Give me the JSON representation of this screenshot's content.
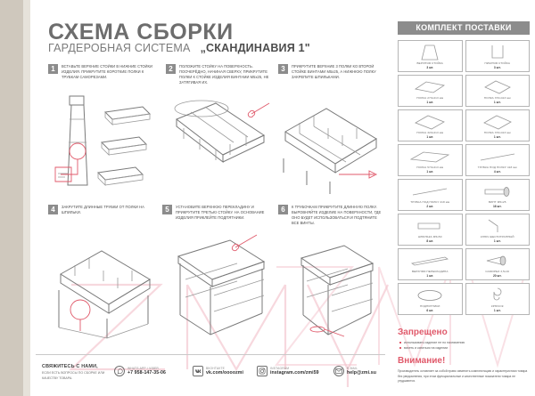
{
  "header": {
    "title": "СХЕМА СБОРКИ",
    "subtitle_prefix": "ГАРДЕРОБНАЯ СИСТЕМА",
    "subtitle_name": "„СКАНДИНАВИЯ 1\""
  },
  "steps": [
    {
      "num": "1",
      "text": "ВСТАВЬТЕ ВЕРХНИЕ СТОЙКИ В НИЖНИЕ СТОЙКИ ИЗДЕЛИЯ. ПРИКРУТИТЕ КОРОТКИЕ ПОЛКИ К ТРУБКАМ САМОРЕЗАМИ."
    },
    {
      "num": "2",
      "text": "ПОЛОЖИТЕ СТОЙКУ НА ПОВЕРХНОСТЬ. ПООЧЕРЁДНО, НАЧИНАЯ СВЕРХУ, ПРИКРУТИТЕ ПОЛКИ К СТОЙКЕ ИЗДЕЛИЯ ВИНТАМИ М5х25, НЕ ЗАТЯГИВАЯ ИХ."
    },
    {
      "num": "3",
      "text": "ПРИКРУТИТЕ ВЕРХНИЕ 3 ПОЛКИ КО ВТОРОЙ СТОЙКЕ ВИНТАМИ М5х25, А НИЖНЮЮ ПОЛКУ ЗАКРЕПИТЕ ШПИЛЬКАМИ."
    },
    {
      "num": "4",
      "text": "ЗАКРУТИТЕ  ДЛИННЫЕ ТРУБКИ ОТ ПОЛКИ НА ШПИЛЬКИ."
    },
    {
      "num": "5",
      "text": "УСТАНОВИТЕ ВЕРХНЮЮ ПЕРЕКЛАДИНУ И ПРИКРУТИТЕ ТРЕТЬЮ СТОЙКУ. НА ОСНОВАНИЕ ИЗДЕЛИЯ ПРИКЛЕЙТЕ ПОДПЯТНИКИ."
    },
    {
      "num": "6",
      "text": "К ТРУБОЧКАМ ПРИКРУТИТЕ ДЛИННУЮ ПОЛКУ. ВЫРОВНЯЙТЕ ИЗДЕЛИЕ НА ПОВЕРХНОСТИ, ГДЕ ОНО БУДЕТ ИСПОЛЬЗОВАТЬСЯ И ПОДТЯНИТЕ ВСЕ ВИНТЫ."
    }
  ],
  "kit": {
    "header": "КОМПЛЕКТ ПОСТАВКИ",
    "items": [
      {
        "name": "ВЕРХНЯЯ СТОЙКА",
        "qty": "3 шт.",
        "art": "post-top"
      },
      {
        "name": "НИЖНЯЯ СТОЙКА",
        "qty": "3 шт.",
        "art": "post-bottom"
      },
      {
        "name": "ПОЛКА 270х413 мм",
        "qty": "1 шт.",
        "art": "shelf-flat"
      },
      {
        "name": "ПОЛКА 370х413 мм",
        "qty": "1 шт.",
        "art": "shelf-diamond"
      },
      {
        "name": "ПОЛКА 320х413 мм",
        "qty": "1 шт.",
        "art": "shelf-diamond"
      },
      {
        "name": "ПОЛКА 370х413 мм",
        "qty": "1 шт.",
        "art": "shelf-diamond"
      },
      {
        "name": "ПОЛКА 570х413 мм",
        "qty": "1 шт.",
        "art": "shelf-long"
      },
      {
        "name": "ТРУБКА ПОД ПОЛКУ 418 мм",
        "qty": "4 шт.",
        "art": "tube-thin"
      },
      {
        "name": "ТРУБКА ПОД ПОЛКУ 418 мм",
        "qty": "2 шт.",
        "art": "tube-thin"
      },
      {
        "name": "ВИНТ М5х25",
        "qty": "16 шт.",
        "art": "screw"
      },
      {
        "name": "ШПИЛЬКА М5х50",
        "qty": "8 шт.",
        "art": "stud"
      },
      {
        "name": "КЛЮЧ ШЕСТИГРАННЫЙ",
        "qty": "1 шт.",
        "art": "hexkey"
      },
      {
        "name": "ВЕРХНЯЯ ПЕРЕКЛАДИНА",
        "qty": "1 шт.",
        "art": "crossbar"
      },
      {
        "name": "САМОРЕЗ 3,5х16",
        "qty": "20 шт.",
        "art": "selftap"
      },
      {
        "name": "ПОДПЯТНИКИ",
        "qty": "6 шт.",
        "art": "pad"
      },
      {
        "name": "КРЮЧОК",
        "qty": "1 шт.",
        "art": "hook"
      }
    ]
  },
  "forbidden": {
    "title": "Запрещено",
    "items": [
      "использовать изделие не по назначению",
      "висеть и кататься на изделии"
    ]
  },
  "attention": {
    "title": "Внимание!",
    "body": "Производитель оставляет за собой право изменить комплектацию и характеристики товара без уведомления, при этом функциональные и качественные показатели товара не ухудшаются."
  },
  "footer": {
    "heading": "СВЯЖИТЕСЬ С НАМИ,",
    "sub": "ЕСЛИ ЕСТЬ ВОПРОСЫ ПО СБОРКЕ ИЛИ КАЧЕСТВУ ТОВАРА.",
    "contacts": [
      {
        "label": "WHATS APP / VIBER",
        "value": "+7 958-147-35-06",
        "icon": "whatsapp-icon"
      },
      {
        "label": "ВКОНТАКТЕ",
        "value": "vk.com/oooozmi",
        "icon": "vk-icon"
      },
      {
        "label": "INSTAGRAM",
        "value": "instagram.com/zmi59",
        "icon": "instagram-icon"
      },
      {
        "label": "E-MAIL",
        "value": "help@zmi.su",
        "icon": "email-icon"
      }
    ]
  },
  "colors": {
    "accent_red": "#e05a6b",
    "header_gray": "#8c8c8c",
    "edge_beige": "#cfc8bd"
  }
}
